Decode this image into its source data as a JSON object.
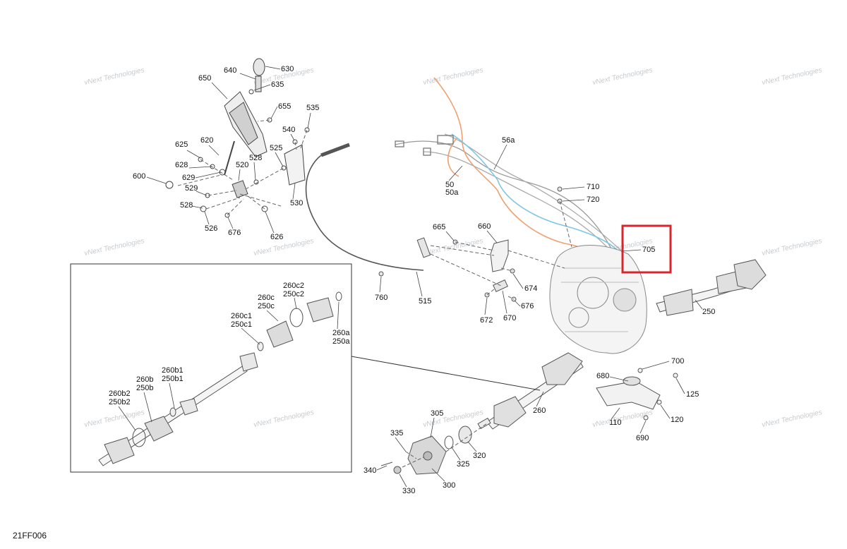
{
  "figure_ref": "21FF006",
  "watermark": {
    "line1": "vNext Technologies",
    "line2": "Technologies"
  },
  "colors": {
    "highlight_box": "#d9262c",
    "harness_orange": "#f0a070",
    "harness_blue": "#7cc6e6",
    "part_gray": "#7d7d7d",
    "line_dark": "#333333"
  },
  "callouts": [
    "630",
    "640",
    "635",
    "650",
    "655",
    "535",
    "540",
    "625",
    "620",
    "628",
    "629",
    "600",
    "520",
    "528a",
    "525",
    "529",
    "528b",
    "526",
    "676a",
    "626",
    "530",
    "56a",
    "50",
    "50a",
    "710",
    "720",
    "705",
    "665",
    "660",
    "760",
    "515",
    "674",
    "672",
    "670",
    "676b",
    "250",
    "700",
    "680",
    "125",
    "260",
    "305",
    "335",
    "340",
    "330",
    "300",
    "325",
    "320",
    "110",
    "120",
    "690",
    "260c2",
    "250c2",
    "260c",
    "250c",
    "260c1",
    "250c1",
    "260a",
    "250a",
    "260b1",
    "250b1",
    "260b",
    "250b",
    "260b2",
    "250b2"
  ],
  "callout_text": {
    "630": "630",
    "640": "640",
    "635": "635",
    "650": "650",
    "655": "655",
    "535": "535",
    "540": "540",
    "625": "625",
    "620": "620",
    "628": "628",
    "629": "629",
    "600": "600",
    "520": "520",
    "528a": "528",
    "525": "525",
    "529": "529",
    "528b": "528",
    "526": "526",
    "676a": "676",
    "626": "626",
    "530": "530",
    "56a": "56a",
    "50": "50",
    "50a": "50a",
    "710": "710",
    "720": "720",
    "705": "705",
    "665": "665",
    "660": "660",
    "760": "760",
    "515": "515",
    "674": "674",
    "672": "672",
    "670": "670",
    "676b": "676",
    "250": "250",
    "700": "700",
    "680": "680",
    "125": "125",
    "260": "260",
    "305": "305",
    "335": "335",
    "340": "340",
    "330": "330",
    "300": "300",
    "325": "325",
    "320": "320",
    "110": "110",
    "120": "120",
    "690": "690",
    "260c2": "260c2",
    "250c2": "250c2",
    "260c": "260c",
    "250c": "250c",
    "260c1": "260c1",
    "250c1": "250c1",
    "260a": "260a",
    "250a": "250a",
    "260b1": "260b1",
    "250b1": "250b1",
    "260b": "260b",
    "250b": "250b",
    "260b2": "260b2",
    "250b2": "250b2"
  }
}
